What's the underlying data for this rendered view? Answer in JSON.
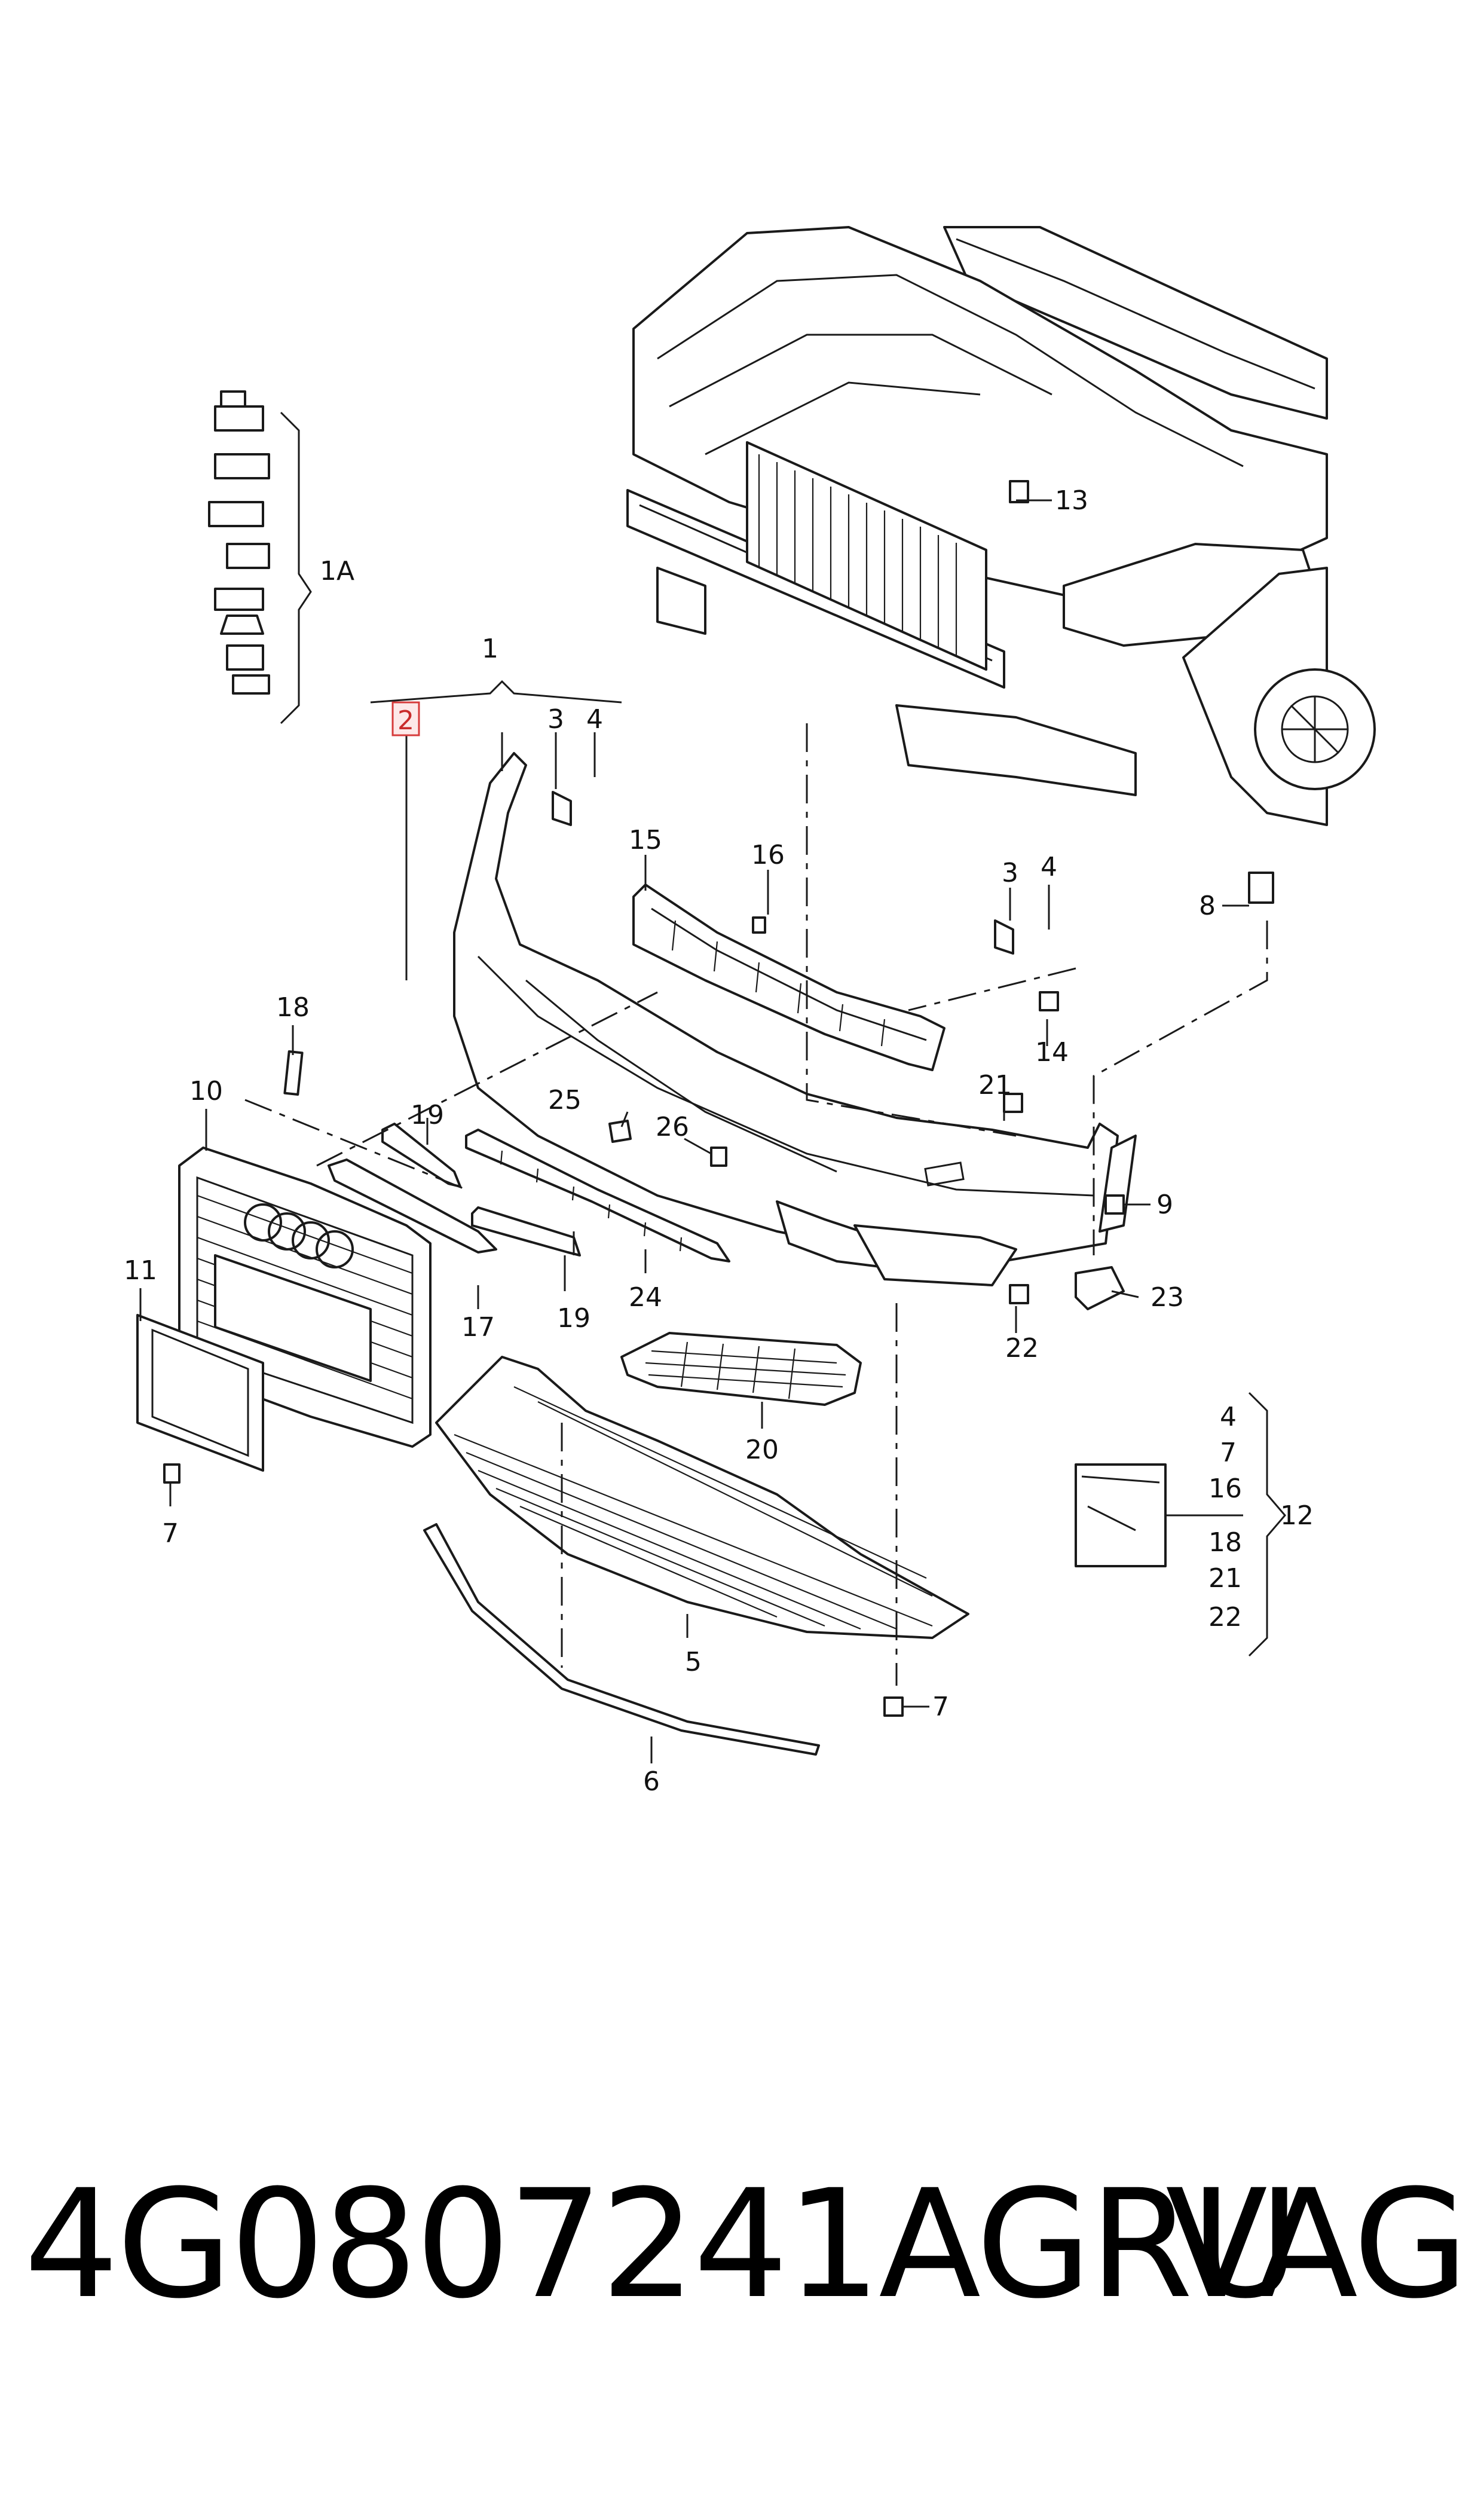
{
  "callouts": {
    "c1": "1",
    "c1A": "1A",
    "c2": "2",
    "c3a": "3",
    "c4a": "4",
    "c3b": "3",
    "c4b": "4",
    "c5": "5",
    "c6": "6",
    "c7a": "7",
    "c7b": "7",
    "c8": "8",
    "c9": "9",
    "c10": "10",
    "c11": "11",
    "c13": "13",
    "c14": "14",
    "c15": "15",
    "c16": "16",
    "c17": "17",
    "c18": "18",
    "c19a": "19",
    "c19b": "19",
    "c20": "20",
    "c21": "21",
    "c22": "22",
    "c23": "23",
    "c24": "24",
    "c25": "25",
    "c26": "26"
  },
  "kit": {
    "label": "12",
    "items": [
      "4",
      "7",
      "16",
      "18",
      "21",
      "22"
    ]
  },
  "highlight_color": "#d63b3b",
  "footer": {
    "part_number": "4G0807241AGRU",
    "brand": "VAG"
  }
}
